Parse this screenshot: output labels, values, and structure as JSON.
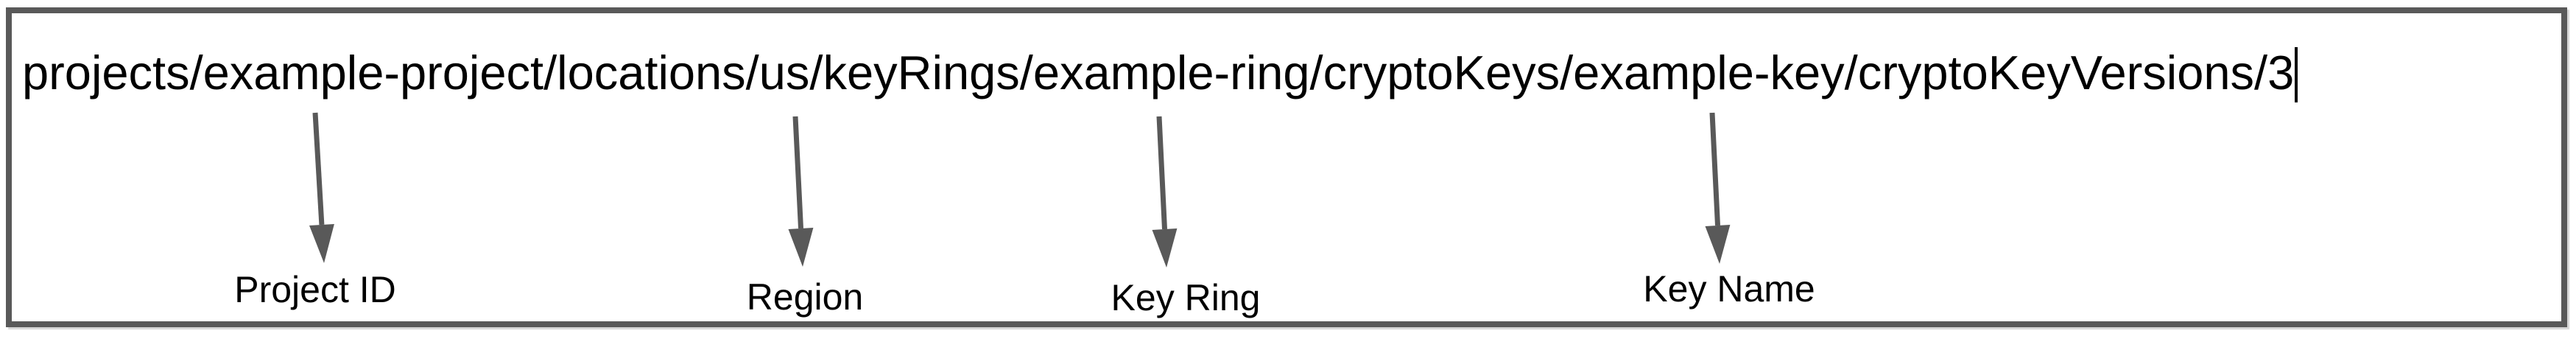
{
  "diagram": {
    "resource_path": "projects/example-project/locations/us/keyRings/example-ring/cryptoKeys/example-key/cryptoKeyVersions/3",
    "labels": {
      "project_id": "Project ID",
      "region": "Region",
      "key_ring": "Key Ring",
      "key_name": "Key Name"
    },
    "colors": {
      "border": "#595959",
      "arrow": "#595959",
      "text": "#000000",
      "background": "#ffffff"
    }
  }
}
